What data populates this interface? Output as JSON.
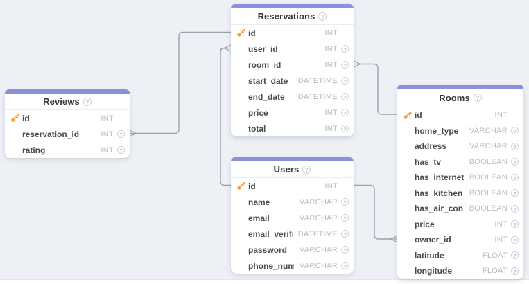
{
  "colors": {
    "canvas_background": "#edf1f5",
    "card_background": "#ffffff",
    "accent_bar": "#8a90da",
    "connector": "#9aa1a8",
    "primary_key_icon": "#f0a23c",
    "title_text": "#34383d",
    "field_text": "#474c52",
    "type_text": "#b7bcc1"
  },
  "icons": {
    "table_help": "question-circle",
    "field_help": "question-circle",
    "primary_key": "key"
  },
  "tables": [
    {
      "title": "Reservations",
      "fields": [
        {
          "name": "id",
          "type": "INT",
          "primary_key": true,
          "help_icon": false
        },
        {
          "name": "user_id",
          "type": "INT",
          "primary_key": false,
          "help_icon": true
        },
        {
          "name": "room_id",
          "type": "INT",
          "primary_key": false,
          "help_icon": true
        },
        {
          "name": "start_date",
          "type": "DATETIME",
          "primary_key": false,
          "help_icon": true
        },
        {
          "name": "end_date",
          "type": "DATETIME",
          "primary_key": false,
          "help_icon": true
        },
        {
          "name": "price",
          "type": "INT",
          "primary_key": false,
          "help_icon": true
        },
        {
          "name": "total",
          "type": "INT",
          "primary_key": false,
          "help_icon": true
        }
      ]
    },
    {
      "title": "Reviews",
      "fields": [
        {
          "name": "id",
          "type": "INT",
          "primary_key": true,
          "help_icon": false
        },
        {
          "name": "reservation_id",
          "type": "INT",
          "primary_key": false,
          "help_icon": true
        },
        {
          "name": "rating",
          "type": "INT",
          "primary_key": false,
          "help_icon": true
        }
      ]
    },
    {
      "title": "Users",
      "fields": [
        {
          "name": "id",
          "type": "INT",
          "primary_key": true,
          "help_icon": false
        },
        {
          "name": "name",
          "type": "VARCHAR",
          "primary_key": false,
          "help_icon": true
        },
        {
          "name": "email",
          "type": "VARCHAR",
          "primary_key": false,
          "help_icon": true
        },
        {
          "name": "email_verified_",
          "type": "DATETIME",
          "primary_key": false,
          "help_icon": true
        },
        {
          "name": "password",
          "type": "VARCHAR",
          "primary_key": false,
          "help_icon": true
        },
        {
          "name": "phone_numbe",
          "type": "VARCHAR",
          "primary_key": false,
          "help_icon": true
        }
      ]
    },
    {
      "title": "Rooms",
      "fields": [
        {
          "name": "id",
          "type": "INT",
          "primary_key": true,
          "help_icon": false
        },
        {
          "name": "home_type",
          "type": "VARCHAR",
          "primary_key": false,
          "help_icon": true
        },
        {
          "name": "address",
          "type": "VARCHAR",
          "primary_key": false,
          "help_icon": true
        },
        {
          "name": "has_tv",
          "type": "BOOLEAN",
          "primary_key": false,
          "help_icon": true
        },
        {
          "name": "has_internet",
          "type": "BOOLEAN",
          "primary_key": false,
          "help_icon": true
        },
        {
          "name": "has_kitchen",
          "type": "BOOLEAN",
          "primary_key": false,
          "help_icon": true
        },
        {
          "name": "has_air_con",
          "type": "BOOLEAN",
          "primary_key": false,
          "help_icon": true
        },
        {
          "name": "price",
          "type": "INT",
          "primary_key": false,
          "help_icon": true
        },
        {
          "name": "owner_id",
          "type": "INT",
          "primary_key": false,
          "help_icon": true
        },
        {
          "name": "latitude",
          "type": "FLOAT",
          "primary_key": false,
          "help_icon": true
        },
        {
          "name": "longitude",
          "type": "FLOAT",
          "primary_key": false,
          "help_icon": true
        }
      ]
    }
  ],
  "relationships": [
    {
      "from": "Reviews.reservation_id",
      "to": "Reservations.id",
      "many_end": "Reviews.reservation_id"
    },
    {
      "from": "Reservations.room_id",
      "to": "Rooms.id",
      "many_end": "Reservations.room_id"
    },
    {
      "from": "Reservations.user_id",
      "to": "Users.id",
      "many_end": "Reservations.user_id"
    },
    {
      "from": "Rooms.owner_id",
      "to": "Users.id",
      "many_end": "Rooms.owner_id"
    }
  ]
}
